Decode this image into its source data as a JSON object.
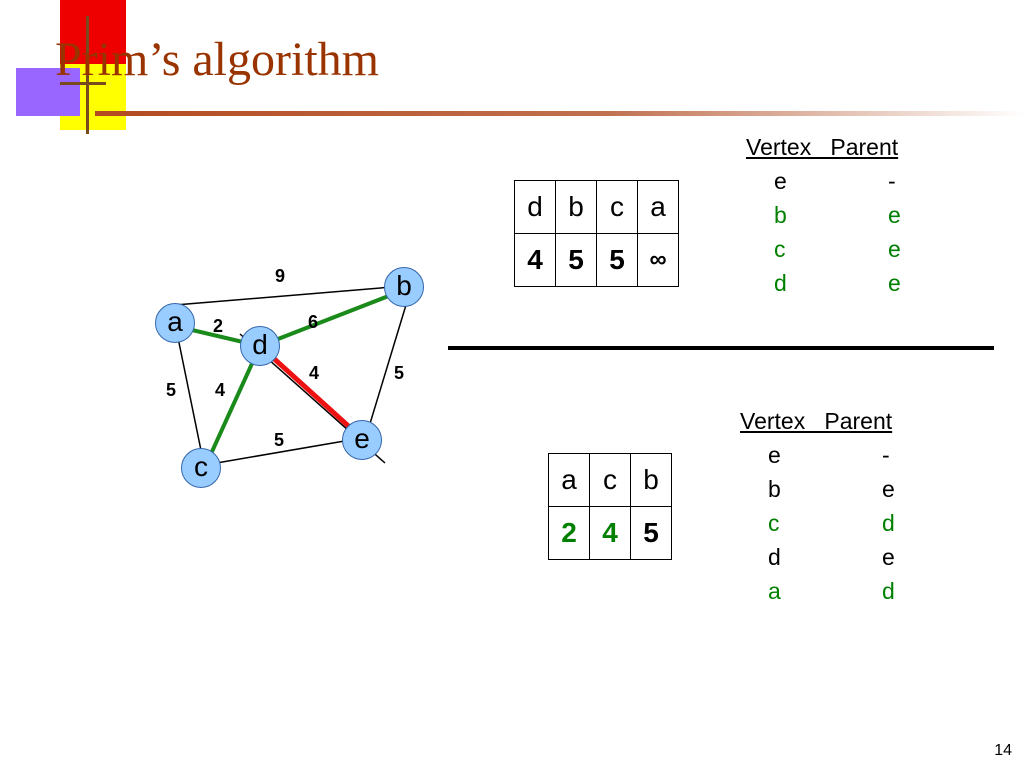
{
  "title": "Prim’s algorithm",
  "page_number": "14",
  "graph": {
    "nodes": [
      {
        "id": "a",
        "label": "a"
      },
      {
        "id": "b",
        "label": "b"
      },
      {
        "id": "c",
        "label": "c"
      },
      {
        "id": "d",
        "label": "d"
      },
      {
        "id": "e",
        "label": "e"
      }
    ],
    "edges": [
      {
        "from": "a",
        "to": "b",
        "weight": "9",
        "style": "plain"
      },
      {
        "from": "a",
        "to": "d",
        "weight": "2",
        "style": "tree"
      },
      {
        "from": "a",
        "to": "c",
        "weight": "5",
        "style": "plain"
      },
      {
        "from": "d",
        "to": "b",
        "weight": "6",
        "style": "tree"
      },
      {
        "from": "d",
        "to": "e",
        "weight": "4",
        "style": "current"
      },
      {
        "from": "d",
        "to": "c",
        "weight": "4",
        "style": "tree"
      },
      {
        "from": "b",
        "to": "e",
        "weight": "5",
        "style": "plain"
      },
      {
        "from": "c",
        "to": "e",
        "weight": "5",
        "style": "plain"
      }
    ],
    "colors": {
      "tree": "#1a8a1a",
      "current": "#ee1111",
      "plain": "#000000",
      "node_fill": "#99ccff"
    }
  },
  "queue_before": {
    "vertices": [
      "d",
      "b",
      "c",
      "a"
    ],
    "keys": [
      "4",
      "5",
      "5",
      "∞"
    ]
  },
  "queue_after": {
    "vertices": [
      "a",
      "c",
      "b"
    ],
    "keys": [
      "2",
      "4",
      "5"
    ]
  },
  "table_before": {
    "header": "Vertex   Parent",
    "rows": [
      {
        "vertex": "e",
        "parent": "-"
      },
      {
        "vertex": "b",
        "parent": "e"
      },
      {
        "vertex": "c",
        "parent": "e"
      },
      {
        "vertex": "d",
        "parent": "e"
      }
    ]
  },
  "table_after": {
    "header": "Vertex   Parent",
    "rows": [
      {
        "vertex": "e",
        "parent": "-"
      },
      {
        "vertex": "b",
        "parent": "e"
      },
      {
        "vertex": "c",
        "parent": "d"
      },
      {
        "vertex": "d",
        "parent": "e"
      },
      {
        "vertex": "a",
        "parent": "d"
      }
    ]
  }
}
